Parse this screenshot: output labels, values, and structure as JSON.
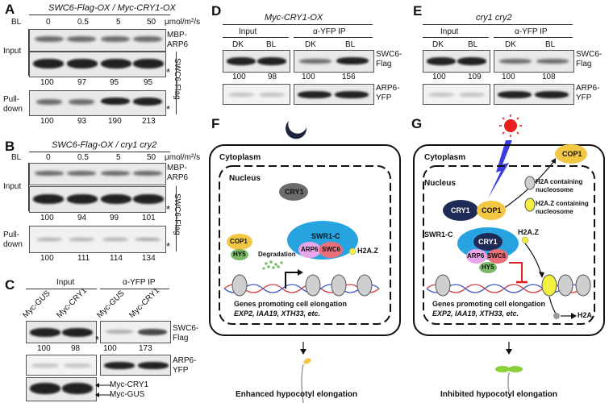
{
  "panelA": {
    "label": "A",
    "title": "SWC6-Flag-OX / Myc-CRY1-OX",
    "bl": "BL",
    "doses": [
      "0",
      "0.5",
      "5",
      "50"
    ],
    "unit": "μmol/m²/s",
    "input": "Input",
    "pulldown_line1": "Pull-",
    "pulldown_line2": "down",
    "mbp_arp6_1": "MBP-",
    "mbp_arp6_2": "ARP6",
    "swc6flag": "SWC6-Flag",
    "asterisk": "*",
    "input_values": [
      "100",
      "97",
      "95",
      "95"
    ],
    "pulldown_values": [
      "100",
      "93",
      "190",
      "213"
    ]
  },
  "panelB": {
    "label": "B",
    "title": "SWC6-Flag-OX / cry1 cry2",
    "bl": "BL",
    "doses": [
      "0",
      "0.5",
      "5",
      "50"
    ],
    "unit": "μmol/m²/s",
    "input": "Input",
    "pulldown_line1": "Pull-",
    "pulldown_line2": "down",
    "mbp_arp6_1": "MBP-",
    "mbp_arp6_2": "ARP6",
    "swc6flag": "SWC6-Flag",
    "asterisk": "*",
    "input_values": [
      "100",
      "94",
      "99",
      "101"
    ],
    "pulldown_values": [
      "100",
      "111",
      "114",
      "134"
    ]
  },
  "panelC": {
    "label": "C",
    "input": "Input",
    "ip": "α-YFP IP",
    "lanes": [
      "Myc-GUS",
      "Myc-CRY1",
      "Myc-GUS",
      "Myc-CRY1"
    ],
    "swc6_1": "SWC6-",
    "swc6_2": "Flag",
    "arp6_1": "ARP6-",
    "arp6_2": "YFP",
    "myc_cry1": "Myc-CRY1",
    "myc_gus": "Myc-GUS",
    "asterisk": "*",
    "input_values": [
      "100",
      "98"
    ],
    "ip_values": [
      "100",
      "173"
    ]
  },
  "panelD": {
    "label": "D",
    "title": "Myc-CRY1-OX",
    "input": "Input",
    "ip": "α-YFP IP",
    "lanes": [
      "DK",
      "BL",
      "DK",
      "BL"
    ],
    "swc6_1": "SWC6-",
    "swc6_2": "Flag",
    "arp6_1": "ARP6-",
    "arp6_2": "YFP",
    "input_values": [
      "100",
      "98"
    ],
    "ip_values": [
      "100",
      "156"
    ]
  },
  "panelE": {
    "label": "E",
    "title": "cry1 cry2",
    "input": "Input",
    "ip": "α-YFP IP",
    "lanes": [
      "DK",
      "BL",
      "DK",
      "BL"
    ],
    "swc6_1": "SWC6-",
    "swc6_2": "Flag",
    "arp6_1": "ARP6-",
    "arp6_2": "YFP",
    "input_values": [
      "100",
      "109"
    ],
    "ip_values": [
      "100",
      "108"
    ]
  },
  "panelF": {
    "label": "F",
    "cytoplasm": "Cytoplasm",
    "nucleus": "Nucleus",
    "cry1": "CRY1",
    "cop1": "COP1",
    "hy5": "HY5",
    "swr1c": "SWR1-C",
    "arp6": "ARP6",
    "swc6": "SWC6",
    "h2az": "H2A.Z",
    "degradation": "Degradation",
    "genes": "Genes promoting cell elongation",
    "genes_list": "EXP2, IAA19, XTH33, etc.",
    "outcome": "Enhanced hypocotyl elongation"
  },
  "panelG": {
    "label": "G",
    "cytoplasm": "Cytoplasm",
    "nucleus": "Nucleus",
    "cry1": "CRY1",
    "cop1": "COP1",
    "cop1_top": "COP1",
    "h2a_nuc_1": "H2A containing",
    "h2a_nuc_2": "nucleosome",
    "h2az_nuc_1": "H2A.Z containing",
    "h2az_nuc_2": "nucleosome",
    "swr1c": "SWR1-C",
    "arp6": "ARP6",
    "swc6": "SWC6",
    "hy5": "HY5",
    "h2az": "H2A.Z",
    "h2a": "H2A",
    "genes": "Genes promoting cell elongation",
    "genes_list": "EXP2, IAA19, XTH33, etc.",
    "outcome": "Inhibited hypocotyl elongation"
  },
  "colors": {
    "cry1": "#1f2b57",
    "cop1": "#f2c744",
    "hy5": "#7cb86a",
    "swr1c": "#27a3e0",
    "arp6": "#e8a7e8",
    "swc6": "#e8707a",
    "h2az": "#f4f040",
    "inhibit": "#e52020",
    "light": "#3a3ee0"
  }
}
